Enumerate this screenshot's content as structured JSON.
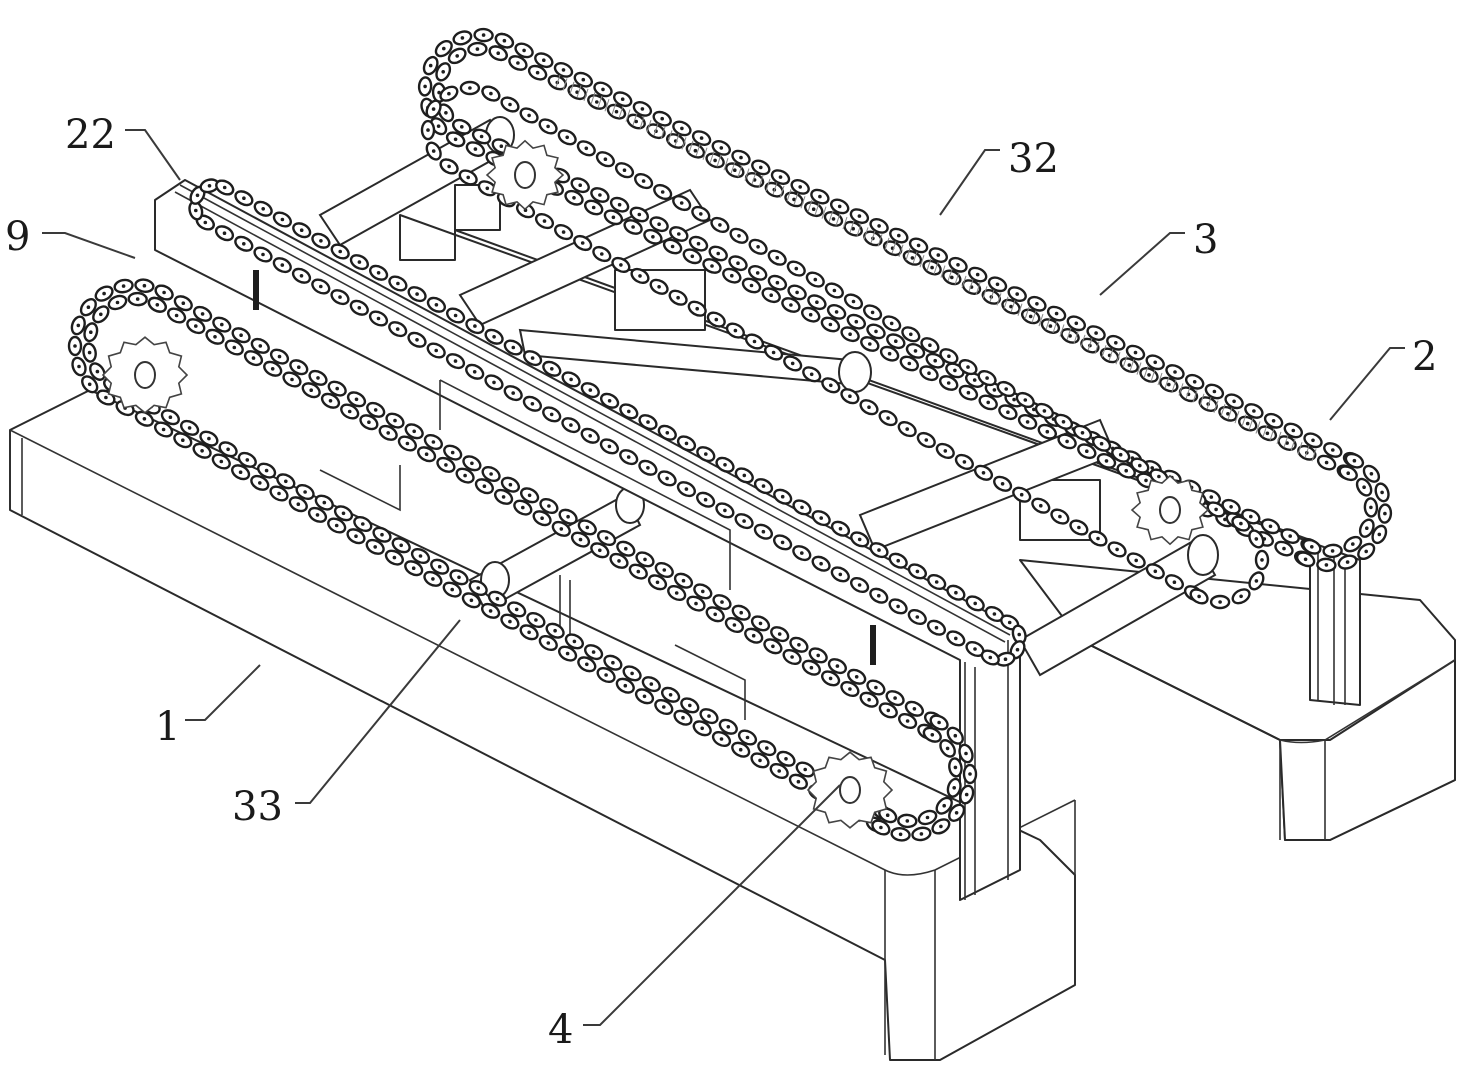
{
  "figure": {
    "type": "patent line drawing",
    "subject": "dual chain conveyor assembly on two base blocks",
    "callouts": [
      {
        "id": "22",
        "text": "22",
        "target": "upper guide rail of front conveyor plate"
      },
      {
        "id": "9",
        "text": "9",
        "target": "front chain tensioner end"
      },
      {
        "id": "32",
        "text": "32",
        "target": "upper rear chain"
      },
      {
        "id": "3",
        "text": "3",
        "target": "rear chain conveyor"
      },
      {
        "id": "2",
        "text": "2",
        "target": "rear support plate"
      },
      {
        "id": "1",
        "text": "1",
        "target": "front base block"
      },
      {
        "id": "33",
        "text": "33",
        "target": "cross shaft"
      },
      {
        "id": "4",
        "text": "4",
        "target": "front drive sprocket"
      }
    ]
  },
  "colors": {
    "line": "#2a2a2a",
    "background": "#ffffff",
    "label": "#1a1a1a"
  }
}
